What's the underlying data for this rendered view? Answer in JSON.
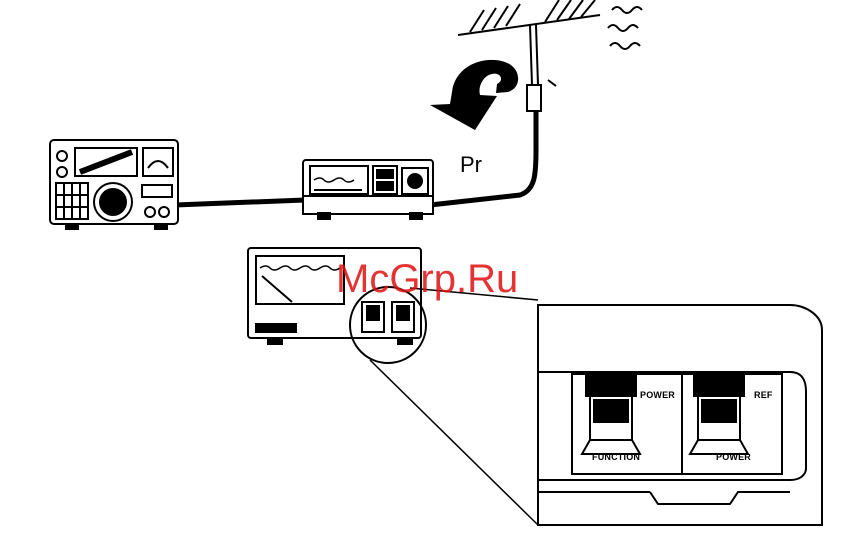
{
  "diagram": {
    "power_arrow_label": "Pr",
    "watermark": "McGrp.Ru",
    "detail_labels": {
      "left_top": "POWER",
      "left_bottom": "FUNCTION",
      "right_top": "REF",
      "right_bottom": "POWER"
    }
  }
}
